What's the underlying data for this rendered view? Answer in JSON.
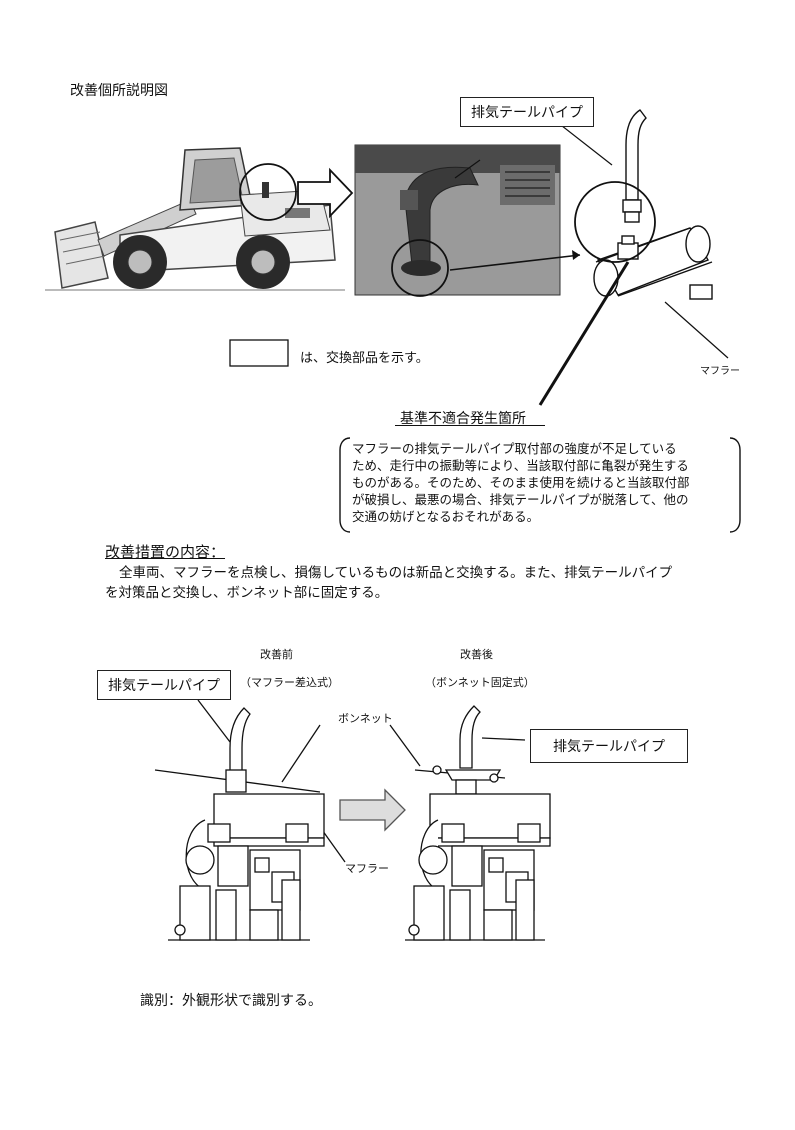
{
  "page_title": "改善個所説明図",
  "top": {
    "tailpipe_label": "排気テールパイプ",
    "legend_text": "は、交換部品を示す。",
    "muffler_label": "マフラー",
    "nonconformity_label": "基準不適合発生箇所",
    "nonconformity_text": [
      "マフラーの排気テールパイプ取付部の強度が不足している",
      "ため、走行中の振動等により、当該取付部に亀裂が発生する",
      "ものがある。そのため、そのまま使用を続けると当該取付部",
      "が破損し、最悪の場合、排気テールパイプが脱落して、他の",
      "交通の妨げとなるおそれがある。"
    ]
  },
  "measure": {
    "heading": "改善措置の内容：",
    "body_lines": [
      "全車両、マフラーを点検し、損傷しているものは新品と交換する。また、排気テールパイプ",
      "を対策品と交換し、ボンネット部に固定する。"
    ]
  },
  "diagram": {
    "before_title": "改善前",
    "before_sub": "（マフラー差込式）",
    "after_title": "改善後",
    "after_sub": "（ボンネット固定式）",
    "tailpipe_left": "排気テールパイプ",
    "tailpipe_right": "排気テールパイプ",
    "bonnet_label": "ボンネット",
    "muffler_label": "マフラー"
  },
  "identification": "識別：外観形状で識別する。"
}
